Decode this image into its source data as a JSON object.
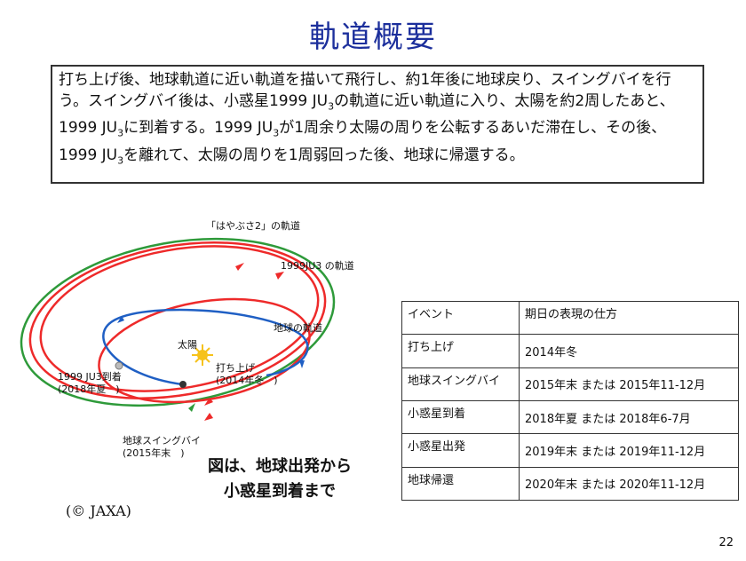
{
  "title": "軌道概要",
  "summary": {
    "s1": "打ち上げ後、地球軌道に近い軌道を描いて飛行し、約1年後に地球戻り、スイングバイを行う。スイングバイ後は、小惑星1999 JU",
    "sub1": "3",
    "s2": "の軌道に近い軌道に入り、太陽を約2周したあと、1999 JU",
    "sub2": "3",
    "s3": "に到着する。1999 JU",
    "sub3": "3",
    "s4": "が1周余り太陽の周りを公転するあいだ滞在し、その後、1999 JU",
    "sub4": "3",
    "s5": "を離れて、太陽の周りを1周弱回った後、地球に帰還する。"
  },
  "diagram": {
    "hayabusa_orbit": "「はやぶさ2」の軌道",
    "ju3_orbit": "1999JU3 の軌道",
    "earth_orbit": "地球の軌道",
    "sun": "太陽",
    "launch": "打ち上げ",
    "launch_date": "(2014年冬　)",
    "arrival": "1999 JU3到着",
    "arrival_date": "(2018年夏　)",
    "swingby": "地球スイングバイ",
    "swingby_date": "(2015年末　)",
    "colors": {
      "hayabusa": "#ee2a2a",
      "ju3": "#2e9a3a",
      "earth": "#1f5fc4",
      "sun": "#f6c21a"
    }
  },
  "caption": {
    "line1": "図は、地球出発から",
    "line2": "小惑星到着まで"
  },
  "copyright": "(© JAXA)",
  "table": {
    "headers": [
      "イベント",
      "期日の表現の仕方"
    ],
    "rows": [
      [
        "打ち上げ",
        "2014年冬"
      ],
      [
        "地球スイングバイ",
        "2015年末 または 2015年11-12月"
      ],
      [
        "小惑星到着",
        "2018年夏 または 2018年6-7月"
      ],
      [
        "小惑星出発",
        "2019年末 または 2019年11-12月"
      ],
      [
        "地球帰還",
        "2020年末 または 2020年11-12月"
      ]
    ]
  },
  "page_number": "22"
}
